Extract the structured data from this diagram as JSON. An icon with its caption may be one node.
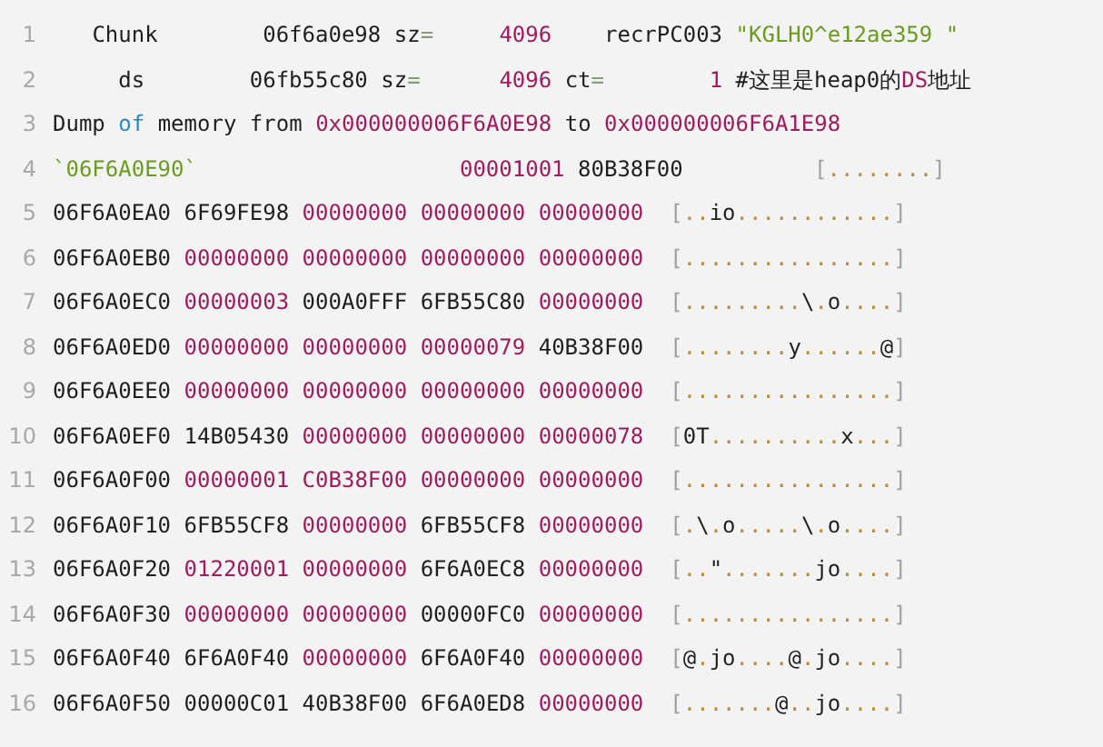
{
  "diagram": {
    "labels": [
      "1",
      "   Chunk        06f6a0e98 sz=     4096    recrPC003 \"KGLH0^e12ae359 \"",
      "2",
      "     ds        06fb55c80 sz=      4096 ct=        1 #这里是heap0的DS地址",
      "3",
      "Dump of memory from 0x000000006F6A0E98 to 0x000000006F6A1E98",
      "4",
      "`06F6A0E90`                    00001001 80B38F00",
      "[........]",
      "5",
      "06F6A0EA0 6F69FE98 00000000 00000000 00000000  [..io............]",
      "6",
      "06F6A0EB0 00000000 00000000 00000000 00000000  [................]",
      "7",
      "06F6A0EC0 00000003 000A0FFF 6FB55C80 00000000  [.........\\.o....]",
      "8",
      "06F6A0ED0 00000000 00000000 00000079 40B38F00  [........y......@]",
      "9",
      "06F6A0EE0 00000000 00000000 00000000 00000000  [................]",
      "10",
      "06F6A0EF0 14B05430 00000000 00000000 00000078  [0T..........x...]",
      "11",
      "06F6A0F00 00000001 C0B38F00 00000000 00000000  [................]",
      "12",
      "06F6A0F10 6FB55CF8 00000000 6FB55CF8 00000000  [.\\.o.....\\.o....]",
      "13",
      "06F6A0F20 01220001 00000000 6F6A0EC8 00000000  [..\".......jo....]",
      "14",
      "06F6A0F30 00000000 00000000 00000FC0 00000000  [................]",
      "15",
      "06F6A0F40 6F6A0F40 00000000 6F6A0F40 00000000  [@.jo....@.jo....]",
      "16",
      "06F6A0F50 00000C01 40B38F00 6F6A0ED8 00000000  [.......@..jo....]"
    ]
  }
}
